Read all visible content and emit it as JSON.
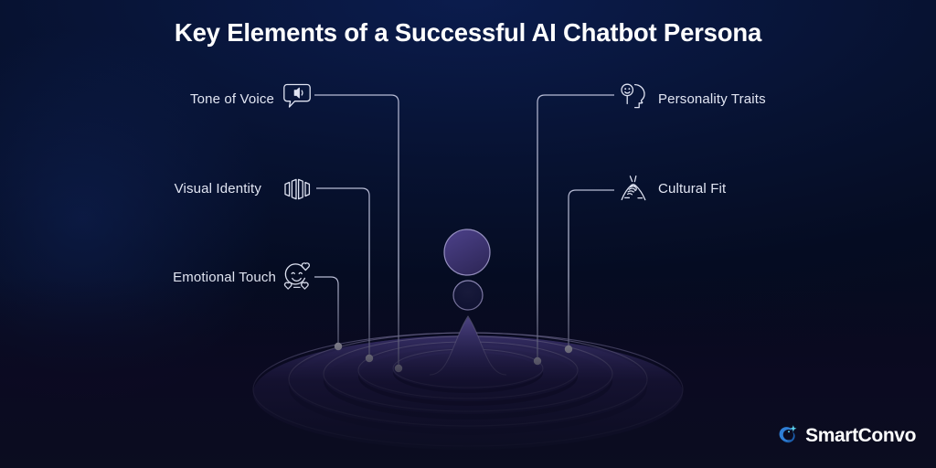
{
  "header": {
    "title": "Key Elements of a Successful AI Chatbot Persona"
  },
  "elements": {
    "left": [
      {
        "label": "Tone of Voice",
        "icon": "speech-bubble-sound-icon"
      },
      {
        "label": "Visual Identity",
        "icon": "waveform-bars-icon"
      },
      {
        "label": "Emotional Touch",
        "icon": "smiley-hearts-icon"
      }
    ],
    "right": [
      {
        "label": "Personality Traits",
        "icon": "head-profile-smiley-icon"
      },
      {
        "label": "Cultural Fit",
        "icon": "clasped-hands-icon"
      }
    ]
  },
  "graphic": {
    "name": "water-ripple-splash-illustration",
    "ring_color": "#4b4186",
    "ring_highlight": "#9d96c8",
    "droplet_color": "#3d3470",
    "connector_color": "#c8cbe4",
    "node_color": "#ffffff"
  },
  "brand": {
    "name": "SmartConvo",
    "mark": "swirl-sparkle-logo-icon",
    "mark_color": "#2f7fd6",
    "sparkle_color": "#5bd2f0"
  },
  "colors": {
    "background_top": "#071231",
    "background_bottom": "#0b0d20",
    "title_color": "#ffffff",
    "label_color": "#e2e6f3"
  }
}
